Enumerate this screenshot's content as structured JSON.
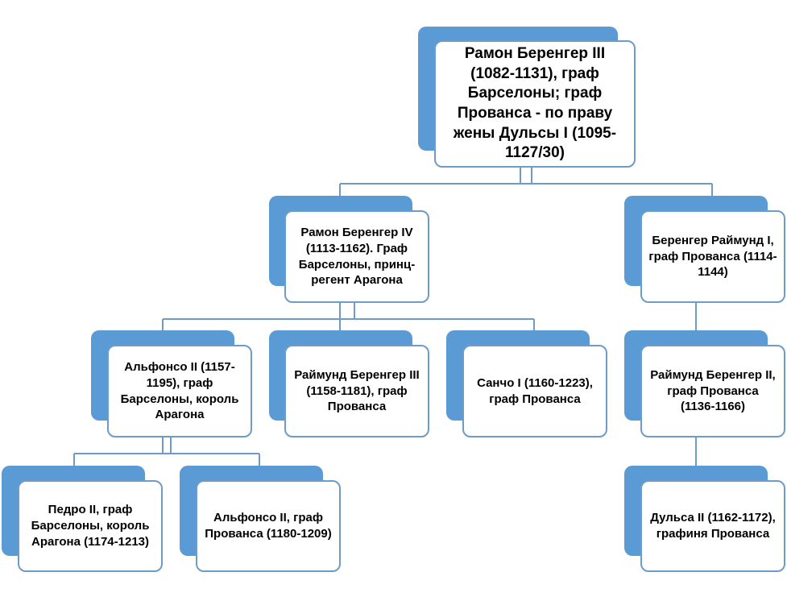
{
  "diagram": {
    "type": "family-tree",
    "nodes": [
      {
        "id": "root",
        "text": "Рамон Беренгер III (1082-1131), граф Барселоны; граф Прованса - по праву жены Дульсы I (1095-1127/30)"
      },
      {
        "id": "ramon4",
        "text": "Рамон Беренгер IV (1113-1162). Граф Барселоны, принц-регент Арагона"
      },
      {
        "id": "berenguer1",
        "text": "Беренгер Раймунд I, граф Прованса (1114-1144)"
      },
      {
        "id": "alfonso2",
        "text": "Альфонсо II (1157-1195), граф Барселоны, король Арагона"
      },
      {
        "id": "raymond3",
        "text": "Раймунд Беренгер III (1158-1181), граф Прованса"
      },
      {
        "id": "sancho1",
        "text": "Санчо I (1160-1223), граф Прованса"
      },
      {
        "id": "raymond2",
        "text": "Раймунд Беренгер II, граф Прованса (1136-1166)"
      },
      {
        "id": "pedro2",
        "text": "Педро II, граф Барселоны, король Арагона (1174-1213)"
      },
      {
        "id": "alfonso2p",
        "text": "Альфонсо II, граф Прованса (1180-1209)"
      },
      {
        "id": "dulsa2",
        "text": "Дульса II (1162-1172), графиня Прованса"
      }
    ],
    "edges": [
      {
        "from": "root",
        "to": "ramon4"
      },
      {
        "from": "root",
        "to": "berenguer1"
      },
      {
        "from": "ramon4",
        "to": "alfonso2"
      },
      {
        "from": "ramon4",
        "to": "raymond3"
      },
      {
        "from": "ramon4",
        "to": "sancho1"
      },
      {
        "from": "berenguer1",
        "to": "raymond2"
      },
      {
        "from": "alfonso2",
        "to": "pedro2"
      },
      {
        "from": "alfonso2",
        "to": "alfonso2p"
      },
      {
        "from": "raymond2",
        "to": "dulsa2"
      }
    ],
    "colors": {
      "accent": "#5b9bd5",
      "border": "#6e9bc9",
      "line": "#6e9bc9",
      "text": "#000000"
    }
  }
}
